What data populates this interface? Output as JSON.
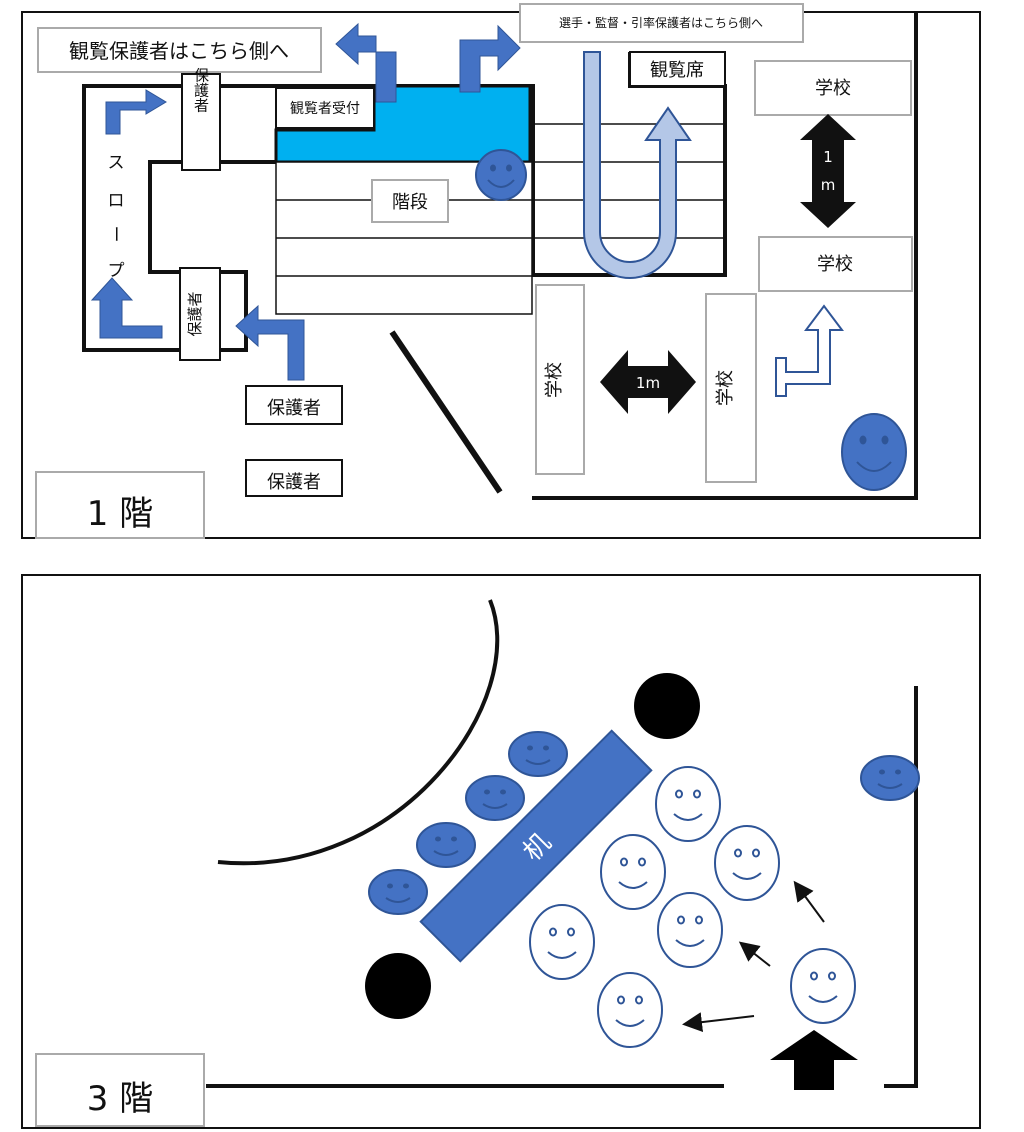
{
  "floor1": {
    "floor_label": "1 階",
    "labels": {
      "viewer_guardians": "観覧保護者はこちら側へ",
      "players_coaches": "選手・監督・引率保護者はこちら側へ",
      "reception": "観覧者受付",
      "guardian_top": "保護者",
      "slope": "スロープ",
      "slope_chars": [
        "ス",
        "ロ",
        "ー",
        "プ"
      ],
      "guardian_left": "保護者",
      "stairs": "階段",
      "seats": "観覧席",
      "school_1": "学校",
      "school_2": "学校",
      "school_3": "学校",
      "school_4": "学校",
      "guardian_1": "保護者",
      "guardian_2": "保護者",
      "dist_vertical_1": "1",
      "dist_vertical_2": "m",
      "dist_horizontal": "1m"
    },
    "colors": {
      "arrow_blue": "#4472C4",
      "reception_fill": "#00B0F0",
      "u_arrow_fill": "#B4C7E7",
      "face_fill": "#4472C4"
    }
  },
  "floor3": {
    "floor_label": "3 階",
    "desk_label": "机",
    "colors": {
      "desk_fill": "#4472C4",
      "staff_face_fill": "#4472C4",
      "visitor_face_stroke": "#2F5597"
    }
  }
}
